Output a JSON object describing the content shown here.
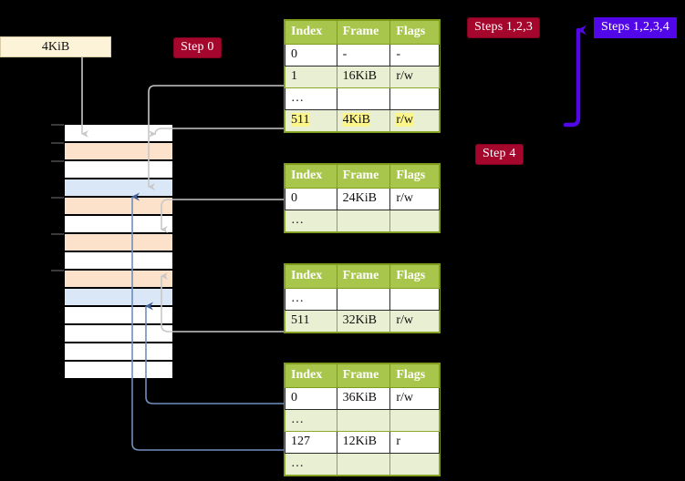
{
  "diagram": {
    "title_hidden": "",
    "colors": {
      "table_header_green": "#a9c64c",
      "table_alt_row": "#e9efd2",
      "highlight_yellow": "#fbf58a",
      "badge_red": "#a4062c",
      "badge_blue": "#5207e8",
      "mem_peach": "#fde2cb",
      "mem_blue": "#d9e7f7",
      "kib_box_bg": "#fdf3d9",
      "grey_arrow": "#bdbdbd",
      "blue_arrow": "#4a6fa5"
    }
  },
  "labels": {
    "size_box": "4KiB",
    "step0": "Step 0",
    "step4": "Step 4",
    "steps123": "Steps 1,2,3",
    "steps1234": "Steps 1,2,3,4"
  },
  "tables": [
    {
      "name": "page-table-level-1",
      "headers": [
        "Index",
        "Frame",
        "Flags"
      ],
      "rows": [
        {
          "style": "plain",
          "highlight": false,
          "cells": [
            "0",
            "-",
            "-"
          ]
        },
        {
          "style": "alt",
          "highlight": false,
          "cells": [
            "1",
            "16KiB",
            "r/w"
          ]
        },
        {
          "style": "plain",
          "highlight": false,
          "cells": [
            "…",
            "",
            ""
          ]
        },
        {
          "style": "alt",
          "highlight": true,
          "cells": [
            "511",
            "4KiB",
            "r/w"
          ]
        }
      ]
    },
    {
      "name": "page-table-level-2",
      "headers": [
        "Index",
        "Frame",
        "Flags"
      ],
      "rows": [
        {
          "style": "plain",
          "highlight": false,
          "cells": [
            "0",
            "24KiB",
            "r/w"
          ]
        },
        {
          "style": "alt",
          "highlight": false,
          "cells": [
            "…",
            "",
            ""
          ]
        }
      ]
    },
    {
      "name": "page-table-level-3",
      "headers": [
        "Index",
        "Frame",
        "Flags"
      ],
      "rows": [
        {
          "style": "plain",
          "highlight": false,
          "cells": [
            "…",
            "",
            ""
          ]
        },
        {
          "style": "alt",
          "highlight": false,
          "cells": [
            "511",
            "32KiB",
            "r/w"
          ]
        }
      ]
    },
    {
      "name": "page-table-level-4",
      "headers": [
        "Index",
        "Frame",
        "Flags"
      ],
      "rows": [
        {
          "style": "plain",
          "highlight": false,
          "cells": [
            "0",
            "36KiB",
            "r/w"
          ]
        },
        {
          "style": "alt",
          "highlight": false,
          "cells": [
            "…",
            "",
            ""
          ]
        },
        {
          "style": "plain",
          "highlight": false,
          "cells": [
            "127",
            "12KiB",
            "r"
          ]
        },
        {
          "style": "alt",
          "highlight": false,
          "cells": [
            "…",
            "",
            ""
          ]
        }
      ]
    }
  ],
  "memory_blocks": [
    {
      "index": 0,
      "fill": "m-white"
    },
    {
      "index": 1,
      "fill": "m-peach"
    },
    {
      "index": 2,
      "fill": "m-white"
    },
    {
      "index": 3,
      "fill": "m-blue"
    },
    {
      "index": 4,
      "fill": "m-peach"
    },
    {
      "index": 5,
      "fill": "m-white"
    },
    {
      "index": 6,
      "fill": "m-peach"
    },
    {
      "index": 7,
      "fill": "m-white"
    },
    {
      "index": 8,
      "fill": "m-peach"
    },
    {
      "index": 9,
      "fill": "m-blue"
    },
    {
      "index": 10,
      "fill": "m-white"
    },
    {
      "index": 11,
      "fill": "m-white"
    },
    {
      "index": 12,
      "fill": "m-white"
    },
    {
      "index": 13,
      "fill": "m-white"
    }
  ]
}
